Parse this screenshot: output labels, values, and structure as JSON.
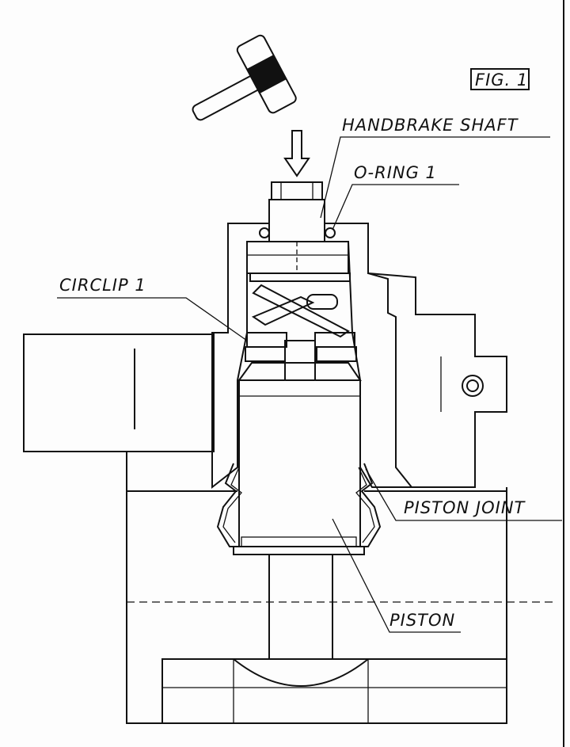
{
  "figure": {
    "fig_label": "FIG. 1",
    "labels": {
      "handbrake_shaft": "HANDBRAKE SHAFT",
      "o_ring": "O-RING 1",
      "circlip": "CIRCLIP 1",
      "piston_joint": "PISTON JOINT",
      "piston": "PISTON"
    },
    "icons": [
      "hammer-icon",
      "arrow-down-icon"
    ],
    "colors": {
      "ink": "#111111",
      "paper": "#fdfdfd"
    }
  }
}
